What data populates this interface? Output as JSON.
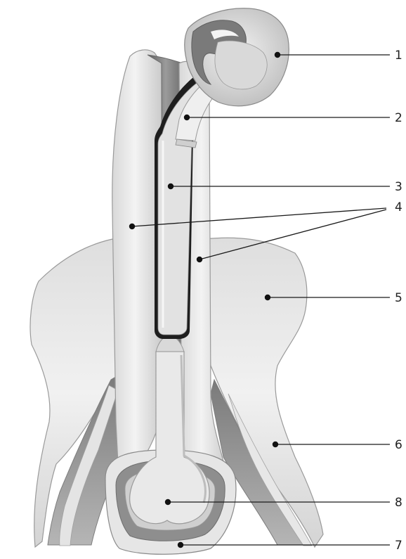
{
  "labels": [
    {
      "id": "1",
      "text": "1"
    },
    {
      "id": "2",
      "text": "2"
    },
    {
      "id": "3",
      "text": "3"
    },
    {
      "id": "4",
      "text": "4"
    },
    {
      "id": "5",
      "text": "5"
    },
    {
      "id": "6",
      "text": "6"
    },
    {
      "id": "7",
      "text": "7"
    },
    {
      "id": "8",
      "text": "8"
    }
  ],
  "colors": {
    "bone_light": "#ececec",
    "bone_mid": "#d2d2d2",
    "shadow": "#9a9a9a",
    "cavity_dark": "#6e6e6e",
    "outline": "#8a8a8a"
  }
}
